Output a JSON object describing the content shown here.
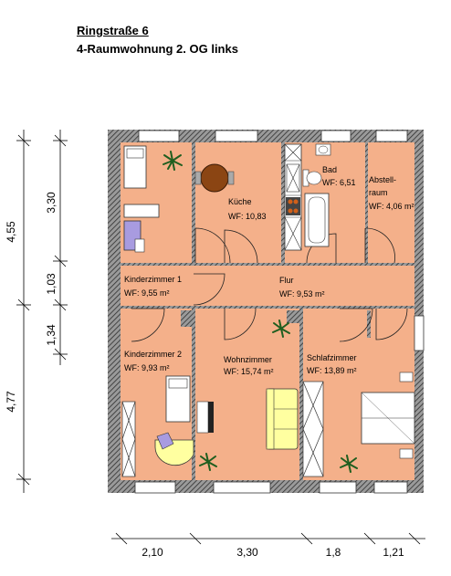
{
  "header": {
    "title": "Ringstraße 6",
    "subtitle": "4-Raumwohnung 2. OG links"
  },
  "rooms": [
    {
      "name": "Kinderzimmer 1",
      "area": "WF: 9,55 m²"
    },
    {
      "name": "Küche",
      "area": "WF: 10,83"
    },
    {
      "name": "Bad",
      "area": "WF: 6,51"
    },
    {
      "name_line1": "Abstell-",
      "name_line2": "raum",
      "area": "WF: 4,06 m²"
    },
    {
      "name": "Flur",
      "area": "WF: 9,53 m²"
    },
    {
      "name": "Kinderzimmer 2",
      "area": "WF: 9,93 m²"
    },
    {
      "name": "Wohnzimmer",
      "area": "WF: 15,74 m²"
    },
    {
      "name": "Schlafzimmer",
      "area": "WF: 13,89 m²"
    }
  ],
  "dimensions": {
    "left_outer": [
      "4,55",
      "4,77"
    ],
    "left_inner": [
      "3,30",
      "1,03",
      "1,34"
    ],
    "bottom": [
      "2,10",
      "3,30",
      "1,8",
      "1,21"
    ]
  },
  "colors": {
    "floor": "#f4b08a",
    "wall": "#6e6e6e",
    "hatch": "#3a3a3a",
    "furniture": "#ffffff",
    "plant": "#1f5e1f",
    "table": "#8b4513",
    "chair_purple": "#a89be0",
    "desk_yellow": "#ffffa0"
  },
  "icons": [
    "plant-icon",
    "bed-icon",
    "sofa-icon",
    "stove-icon",
    "sink-icon",
    "toilet-icon",
    "bathtub-icon",
    "table-icon",
    "tv-icon",
    "wardrobe-icon"
  ]
}
